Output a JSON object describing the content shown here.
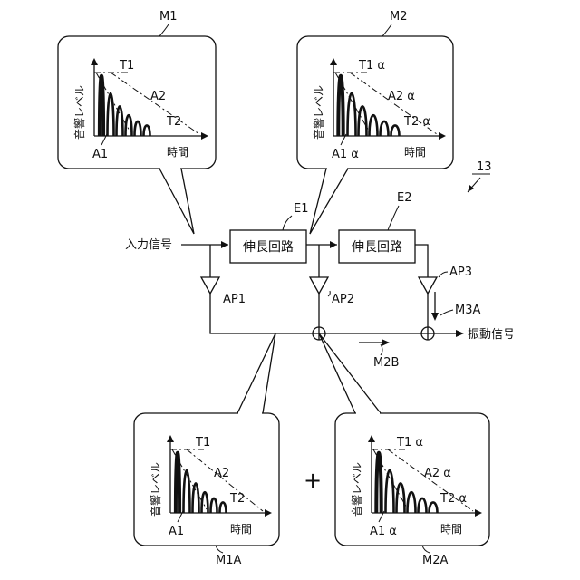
{
  "figure_ref": "13",
  "input_label": "入力信号",
  "output_label": "振動信号",
  "blocks": [
    {
      "id": "E1",
      "label": "伸長回路"
    },
    {
      "id": "E2",
      "label": "伸長回路"
    }
  ],
  "amplifiers": [
    "AP1",
    "AP2",
    "AP3"
  ],
  "signal_labels": {
    "m2b": "M2B",
    "m3a": "M3A"
  },
  "plus_sign": "+",
  "axis": {
    "ylabel": "音響レベル",
    "xlabel": "時間"
  },
  "panels": [
    {
      "id": "M1",
      "t1": "T1",
      "a2": "A2",
      "t2": "T2",
      "a1": "A1"
    },
    {
      "id": "M2",
      "t1": "T1 α",
      "a2": "A2 α",
      "t2": "T2 α",
      "a1": "A1 α"
    },
    {
      "id": "M1A",
      "t1": "T1",
      "a2": "A2",
      "t2": "T2",
      "a1": "A1"
    },
    {
      "id": "M2A",
      "t1": "T1 α",
      "a2": "A2 α",
      "t2": "T2 α",
      "a1": "A1 α"
    }
  ]
}
